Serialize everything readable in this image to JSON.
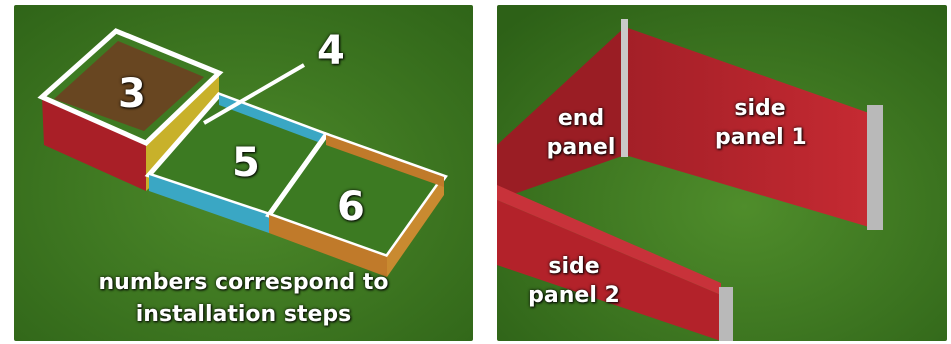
{
  "left_image": {
    "step_labels": {
      "step3": "3",
      "step4": "4",
      "step5": "5",
      "step6": "6"
    },
    "caption": {
      "line1": "numbers correspond to",
      "line2": "installation steps"
    },
    "colors": {
      "grass": "#3f7a21",
      "panel_red": "#b3222a",
      "panel_yellow": "#c8b12a",
      "panel_blue": "#3aa7c4",
      "panel_orange": "#c07a2a",
      "outline": "#ffffff"
    }
  },
  "right_image": {
    "labels": {
      "end_panel": {
        "line1": "end",
        "line2": "panel"
      },
      "side_panel_1": {
        "line1": "side",
        "line2": "panel 1"
      },
      "side_panel_2": {
        "line1": "side",
        "line2": "panel 2"
      }
    },
    "colors": {
      "grass": "#3f7a21",
      "panel_red": "#b3222a",
      "post_metal": "#b9b9b9"
    }
  }
}
